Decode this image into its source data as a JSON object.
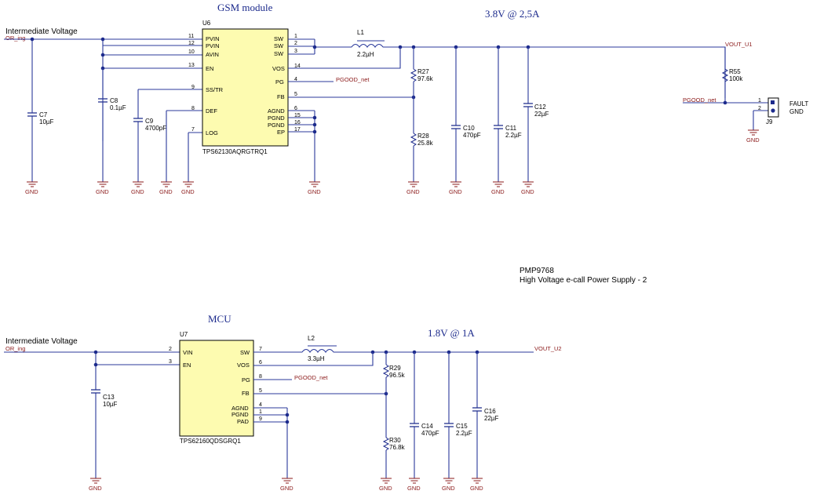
{
  "gsm": {
    "title": "GSM module",
    "output_label": "3.8V @ 2,5A",
    "input_label": "Intermediate Voltage",
    "input_net": "OR_ing",
    "ic_ref": "U6",
    "ic_part": "TPS62130AQRGTRQ1",
    "left_pins": [
      {
        "num": "11",
        "name": "PVIN"
      },
      {
        "num": "12",
        "name": "PVIN"
      },
      {
        "num": "10",
        "name": "AVIN"
      },
      {
        "num": "13",
        "name": "EN"
      },
      {
        "num": "9",
        "name": "SS/TR"
      },
      {
        "num": "8",
        "name": "DEF"
      },
      {
        "num": "7",
        "name": "LOG"
      }
    ],
    "right_pins": [
      {
        "num": "1",
        "name": "SW"
      },
      {
        "num": "2",
        "name": "SW"
      },
      {
        "num": "3",
        "name": "SW"
      },
      {
        "num": "14",
        "name": "VOS"
      },
      {
        "num": "4",
        "name": "PG"
      },
      {
        "num": "5",
        "name": "FB"
      },
      {
        "num": "6",
        "name": "AGND"
      },
      {
        "num": "15",
        "name": "PGND"
      },
      {
        "num": "16",
        "name": "PGND"
      },
      {
        "num": "17",
        "name": "EP"
      }
    ],
    "inductor": {
      "ref": "L1",
      "value": "2.2µH"
    },
    "pg_net": "PGOOD_net",
    "vout_net": "VOUT_U1",
    "caps": [
      {
        "ref": "C7",
        "value": "10µF"
      },
      {
        "ref": "C8",
        "value": "0.1µF"
      },
      {
        "ref": "C9",
        "value": "4700pF"
      },
      {
        "ref": "C10",
        "value": "470pF"
      },
      {
        "ref": "C11",
        "value": "2.2µF"
      },
      {
        "ref": "C12",
        "value": "22µF"
      }
    ],
    "resistors": [
      {
        "ref": "R27",
        "value": "97.6k"
      },
      {
        "ref": "R28",
        "value": "25.8k"
      },
      {
        "ref": "R55",
        "value": "100k"
      }
    ],
    "connector": {
      "ref": "J9",
      "net": "PGOOD_net",
      "pins": [
        {
          "num": "1",
          "label": "FAULT"
        },
        {
          "num": "2",
          "label": "GND"
        }
      ]
    }
  },
  "mcu": {
    "title": "MCU",
    "output_label": "1.8V @ 1A",
    "input_label": "Intermediate Voltage",
    "input_net": "OR_ing",
    "ic_ref": "U7",
    "ic_part": "TPS62160QDSGRQ1",
    "left_pins": [
      {
        "num": "2",
        "name": "VIN"
      },
      {
        "num": "3",
        "name": "EN"
      }
    ],
    "right_pins": [
      {
        "num": "7",
        "name": "SW"
      },
      {
        "num": "6",
        "name": "VOS"
      },
      {
        "num": "8",
        "name": "PG"
      },
      {
        "num": "5",
        "name": "FB"
      },
      {
        "num": "4",
        "name": "AGND"
      },
      {
        "num": "1",
        "name": "PGND"
      },
      {
        "num": "9",
        "name": "PAD"
      }
    ],
    "inductor": {
      "ref": "L2",
      "value": "3.3µH"
    },
    "pg_net": "PGOOD_net",
    "vout_net": "VOUT_U2",
    "caps": [
      {
        "ref": "C13",
        "value": "10µF"
      },
      {
        "ref": "C14",
        "value": "470pF"
      },
      {
        "ref": "C15",
        "value": "2.2µF"
      },
      {
        "ref": "C16",
        "value": "22µF"
      }
    ],
    "resistors": [
      {
        "ref": "R29",
        "value": "96.5k"
      },
      {
        "ref": "R30",
        "value": "76.8k"
      }
    ]
  },
  "info": {
    "part_id": "PMP9768",
    "description": "High Voltage e-call Power Supply - 2"
  },
  "gnd_label": "GND"
}
